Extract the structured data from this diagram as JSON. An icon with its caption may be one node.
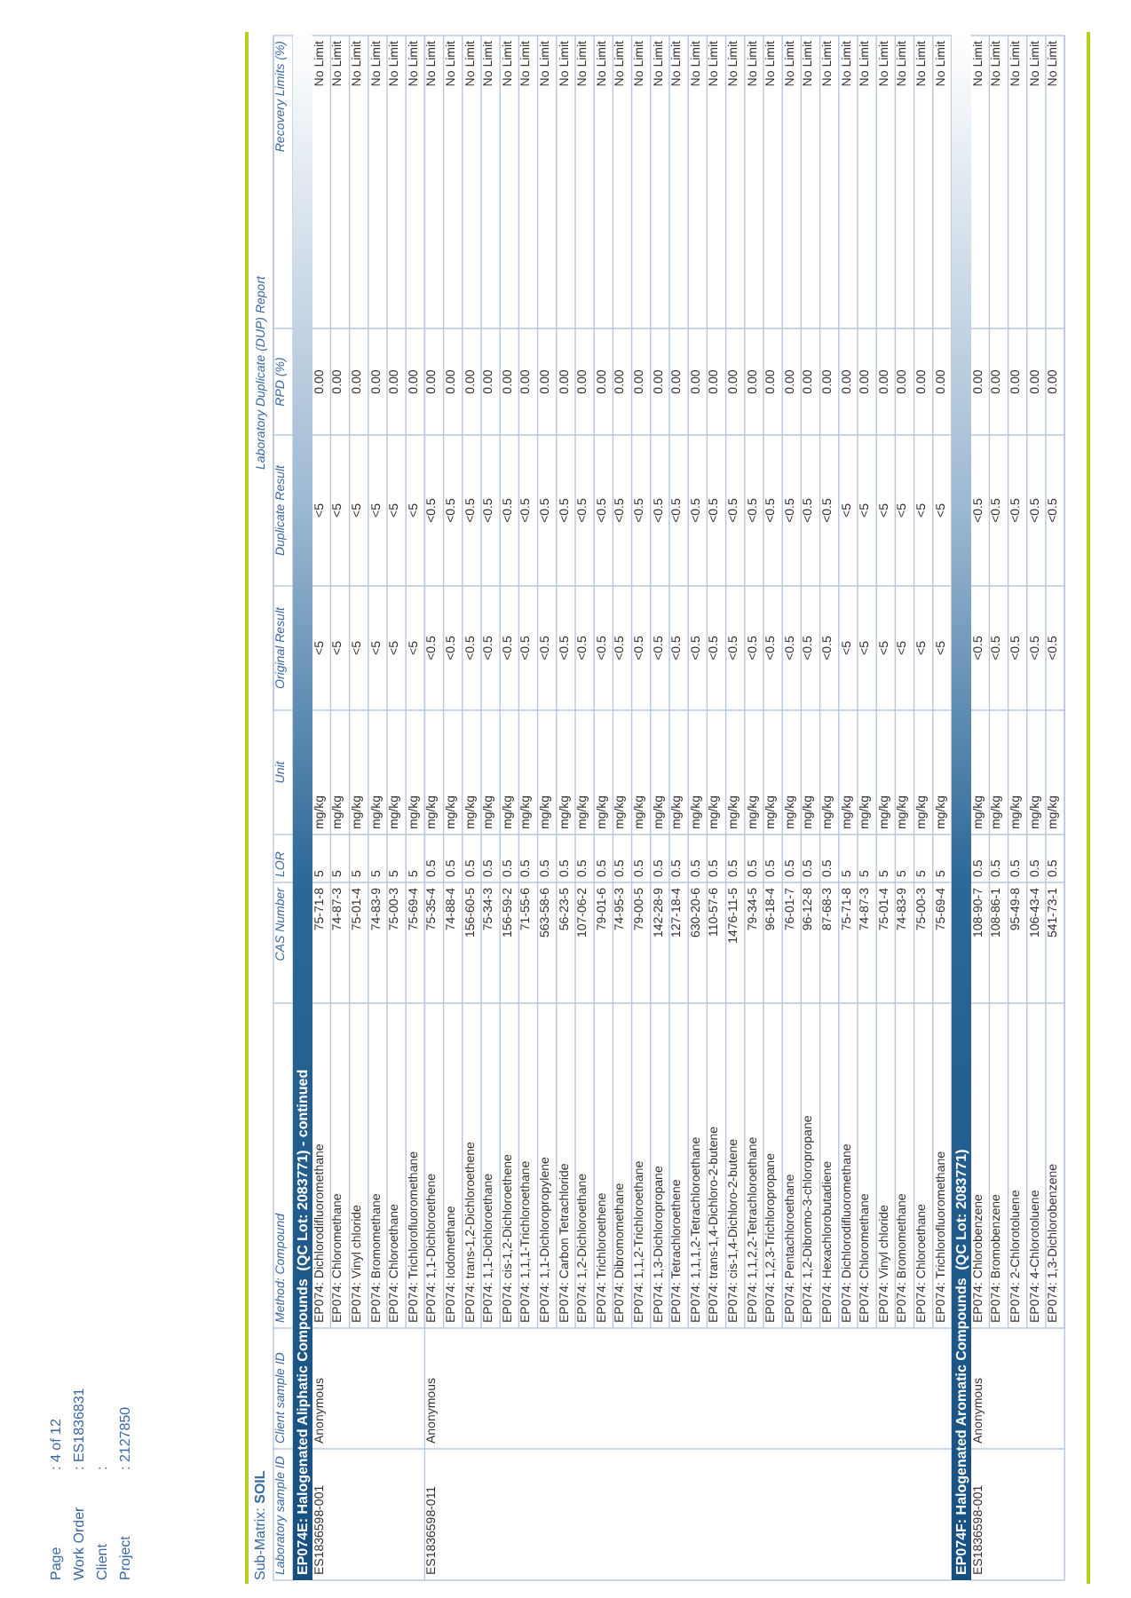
{
  "diagram": {
    "labels": [
      "Page",
      ": 4 of 12",
      "Work Order",
      ": ES1836831",
      "Client",
      ":",
      "Project",
      ": 2127850",
      "Sub-Matrix: **SOIL**",
      "Laboratory Duplicate (DUP) Report",
      "Laboratory sample ID",
      "Client sample ID",
      "Method: Compound",
      "CAS Number",
      "LOR",
      "Unit",
      "Original Result",
      "Duplicate Result",
      "RPD (%)",
      "Recovery Limits (%)",
      "EP074E: Halogenated Aliphatic Compounds  (QC Lot: 2083771) - continued",
      "ES1836598-001",
      "Anonymous",
      "EP074: Dichlorodifluoromethane",
      "75-71-8",
      "5",
      "mg/kg",
      "<5",
      "<5",
      "0.00",
      "No Limit",
      "EP074: Chloromethane",
      "74-87-3",
      "5",
      "mg/kg",
      "<5",
      "<5",
      "0.00",
      "No Limit",
      "EP074: Vinyl chloride",
      "75-01-4",
      "5",
      "mg/kg",
      "<5",
      "<5",
      "0.00",
      "No Limit",
      "EP074: Bromomethane",
      "74-83-9",
      "5",
      "mg/kg",
      "<5",
      "<5",
      "0.00",
      "No Limit",
      "EP074: Chloroethane",
      "75-00-3",
      "5",
      "mg/kg",
      "<5",
      "<5",
      "0.00",
      "No Limit",
      "EP074: Trichlorofluoromethane",
      "75-69-4",
      "5",
      "mg/kg",
      "<5",
      "<5",
      "0.00",
      "No Limit",
      "ES1836598-011",
      "Anonymous",
      "EP074: 1,1-Dichloroethene",
      "75-35-4",
      "0.5",
      "mg/kg",
      "<0.5",
      "<0.5",
      "0.00",
      "No Limit",
      "EP074: Iodomethane",
      "74-88-4",
      "0.5",
      "mg/kg",
      "<0.5",
      "<0.5",
      "0.00",
      "No Limit",
      "EP074: trans-1,2-Dichloroethene",
      "156-60-5",
      "0.5",
      "mg/kg",
      "<0.5",
      "<0.5",
      "0.00",
      "No Limit",
      "EP074: 1,1-Dichloroethane",
      "75-34-3",
      "0.5",
      "mg/kg",
      "<0.5",
      "<0.5",
      "0.00",
      "No Limit",
      "EP074: cis-1,2-Dichloroethene",
      "156-59-2",
      "0.5",
      "mg/kg",
      "<0.5",
      "<0.5",
      "0.00",
      "No Limit",
      "EP074: 1,1,1-Trichloroethane",
      "71-55-6",
      "0.5",
      "mg/kg",
      "<0.5",
      "<0.5",
      "0.00",
      "No Limit",
      "EP074: 1,1-Dichloropropylene",
      "563-58-6",
      "0.5",
      "mg/kg",
      "<0.5",
      "<0.5",
      "0.00",
      "No Limit",
      "EP074: Carbon Tetrachloride",
      "56-23-5",
      "0.5",
      "mg/kg",
      "<0.5",
      "<0.5",
      "0.00",
      "No Limit",
      "EP074: 1,2-Dichloroethane",
      "107-06-2",
      "0.5",
      "mg/kg",
      "<0.5",
      "<0.5",
      "0.00",
      "No Limit",
      "EP074: Trichloroethene",
      "79-01-6",
      "0.5",
      "mg/kg",
      "<0.5",
      "<0.5",
      "0.00",
      "No Limit",
      "EP074: Dibromomethane",
      "74-95-3",
      "0.5",
      "mg/kg",
      "<0.5",
      "<0.5",
      "0.00",
      "No Limit",
      "EP074: 1,1,2-Trichloroethane",
      "79-00-5",
      "0.5",
      "mg/kg",
      "<0.5",
      "<0.5",
      "0.00",
      "No Limit",
      "EP074: 1,3-Dichloropropane",
      "142-28-9",
      "0.5",
      "mg/kg",
      "<0.5",
      "<0.5",
      "0.00",
      "No Limit",
      "EP074: Tetrachloroethene",
      "127-18-4",
      "0.5",
      "mg/kg",
      "<0.5",
      "<0.5",
      "0.00",
      "No Limit",
      "EP074: 1,1,1,2-Tetrachloroethane",
      "630-20-6",
      "0.5",
      "mg/kg",
      "<0.5",
      "<0.5",
      "0.00",
      "No Limit",
      "EP074: trans-1,4-Dichloro-2-butene",
      "110-57-6",
      "0.5",
      "mg/kg",
      "<0.5",
      "<0.5",
      "0.00",
      "No Limit",
      "EP074: cis-1,4-Dichloro-2-butene",
      "1476-11-5",
      "0.5",
      "mg/kg",
      "<0.5",
      "<0.5",
      "0.00",
      "No Limit",
      "EP074: 1,1,2,2-Tetrachloroethane",
      "79-34-5",
      "0.5",
      "mg/kg",
      "<0.5",
      "<0.5",
      "0.00",
      "No Limit",
      "EP074: 1,2,3-Trichloropropane",
      "96-18-4",
      "0.5",
      "mg/kg",
      "<0.5",
      "<0.5",
      "0.00",
      "No Limit",
      "EP074: Pentachloroethane",
      "76-01-7",
      "0.5",
      "mg/kg",
      "<0.5",
      "<0.5",
      "0.00",
      "No Limit",
      "EP074: 1,2-Dibromo-3-chloropropane",
      "96-12-8",
      "0.5",
      "mg/kg",
      "<0.5",
      "<0.5",
      "0.00",
      "No Limit",
      "EP074: Hexachlorobutadiene",
      "87-68-3",
      "0.5",
      "mg/kg",
      "<0.5",
      "<0.5",
      "0.00",
      "No Limit",
      "EP074: Dichlorodifluoromethane",
      "75-71-8",
      "5",
      "mg/kg",
      "<5",
      "<5",
      "0.00",
      "No Limit",
      "EP074: Chloromethane",
      "74-87-3",
      "5",
      "mg/kg",
      "<5",
      "<5",
      "0.00",
      "No Limit",
      "EP074: Vinyl chloride",
      "75-01-4",
      "5",
      "mg/kg",
      "<5",
      "<5",
      "0.00",
      "No Limit",
      "EP074: Bromomethane",
      "74-83-9",
      "5",
      "mg/kg",
      "<5",
      "<5",
      "0.00",
      "No Limit",
      "EP074: Chloroethane",
      "75-00-3",
      "5",
      "mg/kg",
      "<5",
      "<5",
      "0.00",
      "No Limit",
      "EP074: Trichlorofluoromethane",
      "75-69-4",
      "5",
      "mg/kg",
      "<5",
      "<5",
      "0.00",
      "No Limit",
      "EP074F: Halogenated Aromatic Compounds  (QC Lot: 2083771)",
      "ES1836598-001",
      "Anonymous",
      "EP074: Chlorobenzene",
      "108-90-7",
      "0.5",
      "mg/kg",
      "<0.5",
      "<0.5",
      "0.00",
      "No Limit",
      "EP074: Bromobenzene",
      "108-86-1",
      "0.5",
      "mg/kg",
      "<0.5",
      "<0.5",
      "0.00",
      "No Limit",
      "EP074: 2-Chlorotoluene",
      "95-49-8",
      "0.5",
      "mg/kg",
      "<0.5",
      "<0.5",
      "0.00",
      "No Limit",
      "EP074: 4-Chlorotoluene",
      "106-43-4",
      "0.5",
      "mg/kg",
      "<0.5",
      "<0.5",
      "0.00",
      "No Limit",
      "EP074: 1,3-Dichlorobenzene",
      "541-73-1",
      "0.5",
      "mg/kg",
      "<0.5",
      "<0.5",
      "0.00",
      "No Limit"
    ]
  }
}
